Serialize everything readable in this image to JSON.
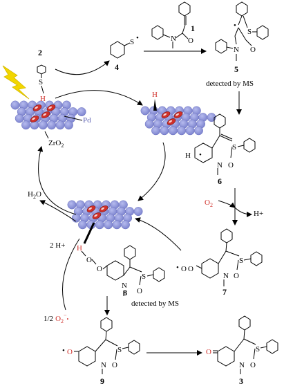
{
  "compounds": {
    "c1": "1",
    "c2": "2",
    "c3": "3",
    "c4": "4",
    "c5": "5",
    "c6": "6",
    "c7": "7",
    "c8": "8",
    "c9": "9"
  },
  "labels": {
    "detected_ms_top": "detected by MS",
    "detected_ms_bottom": "detected by MS",
    "pd": "Pd",
    "zro2_main": "ZrO",
    "zro2_sub": "2",
    "h_red_1": "H",
    "h_red_2": "H",
    "h_red_3": "H",
    "o2": "O",
    "o2_sub": "2",
    "h_plus_right": "H+",
    "h2o": "H",
    "h2o_sub": "2",
    "h2o_o": "O",
    "two_h_plus": "2 H+",
    "half_o2": "1/2",
    "half_o2_o": "O",
    "half_o2_sub": "2",
    "half_o2_minus": "−",
    "radical_s": "S",
    "n_atom": "N",
    "o_atom": "O",
    "s_atom": "S"
  },
  "colors": {
    "catalyst_sphere": "#8e95d9",
    "pd_particle": "#d0302a",
    "red_text": "#d0302a",
    "pd_label": "#5a5fb3",
    "lightning": "#f2d600"
  }
}
